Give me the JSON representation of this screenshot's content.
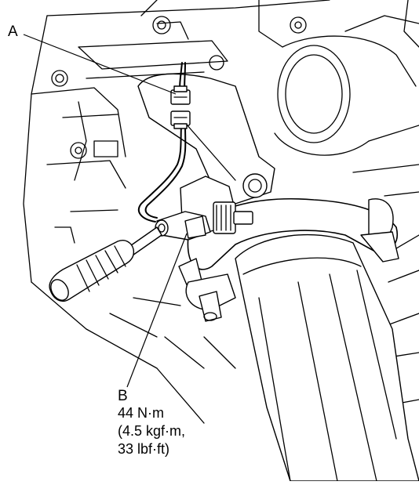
{
  "callouts": {
    "a": "A",
    "b": "B"
  },
  "torque_spec": {
    "line1": "44 N·m",
    "line2": "(4.5 kgf·m,",
    "line3": "33 lbf·ft)"
  }
}
